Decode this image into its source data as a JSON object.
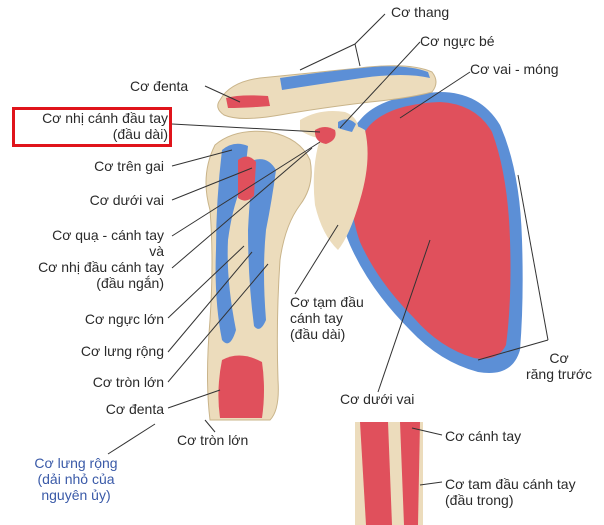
{
  "labels": {
    "co_thang": "Cơ thang",
    "co_nguc_be": "Cơ ngực bé",
    "co_denta_top": "Cơ đenta",
    "co_vai_mong": "Cơ vai - móng",
    "co_nhi_canh_dau_tay_line1": "Cơ nhị cánh đầu tay",
    "co_nhi_canh_dau_tay_line2": "(đầu dài)",
    "co_tren_gai": "Cơ trên gai",
    "co_duoi_vai_left": "Cơ dưới vai",
    "co_qua_canh_tay_line1": "Cơ quạ - cánh tay",
    "co_qua_canh_tay_line2": "và",
    "co_nhi_dau_canh_tay_line1": "Cơ nhị đầu cánh tay",
    "co_nhi_dau_canh_tay_line2": "(đầu ngắn)",
    "co_nguc_lon": "Cơ ngực lớn",
    "co_lung_rong": "Cơ lưng rộng",
    "co_tron_lon_left": "Cơ tròn lớn",
    "co_denta_bottom": "Cơ đenta",
    "co_tron_lon_bottom": "Cơ tròn lớn",
    "co_lung_rong_nho_line1": "Cơ lưng rộng",
    "co_lung_rong_nho_line2": "(dải nhỏ của",
    "co_lung_rong_nho_line3": "nguyên ủy)",
    "co_tam_dau_dai_line1": "Cơ tạm đầu",
    "co_tam_dau_dai_line2": "cánh tay",
    "co_tam_dau_dai_line3": "(đầu dài)",
    "co_duoi_vai_center": "Cơ dưới vai",
    "co_rang_truoc_line1": "Cơ",
    "co_rang_truoc_line2": "răng trước",
    "co_canh_tay": "Cơ cánh tay",
    "co_tam_dau_trong_line1": "Cơ tam đầu cánh tay",
    "co_tam_dau_trong_line2": "(đầu trong)"
  },
  "colors": {
    "muscle_red": "#e0505c",
    "muscle_blue": "#5c8fd6",
    "bone": "#ecdcbc",
    "leader": "#333333",
    "highlight": "#e0141b"
  }
}
